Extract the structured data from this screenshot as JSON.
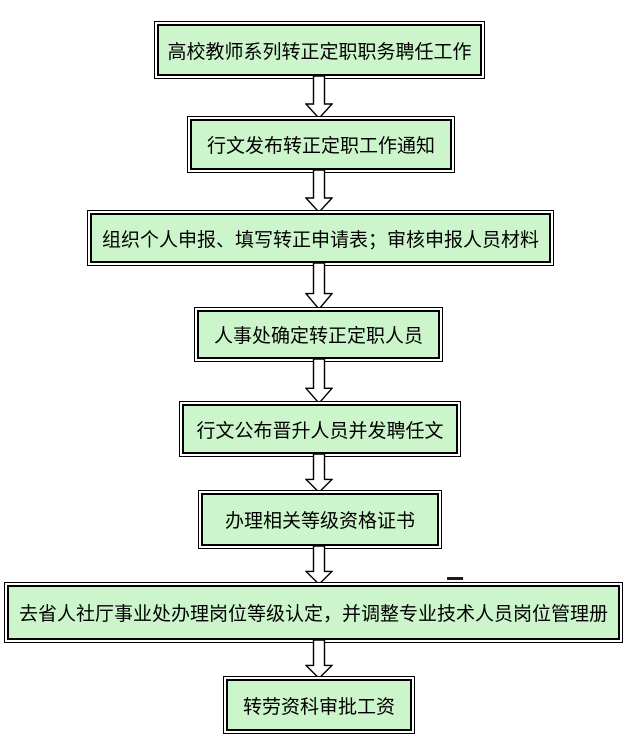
{
  "diagram": {
    "type": "flowchart",
    "direction": "top-down",
    "steps": [
      {
        "label": "高校教师系列转正定职职务聘任工作"
      },
      {
        "label": "行文发布转正定职工作通知"
      },
      {
        "label": "组织个人申报、填写转正申请表；审核申报人员材料"
      },
      {
        "label": "人事处确定转正定职人员"
      },
      {
        "label": "行文公布晋升人员并发聘任文"
      },
      {
        "label": "办理相关等级资格证书"
      },
      {
        "label": "去省人社厅事业处办理岗位等级认定，并调整专业技术人员岗位管理册"
      },
      {
        "label": "转劳资科审批工资"
      }
    ],
    "connections": [
      {
        "from": 0,
        "to": 1
      },
      {
        "from": 1,
        "to": 2
      },
      {
        "from": 2,
        "to": 3
      },
      {
        "from": 3,
        "to": 4
      },
      {
        "from": 4,
        "to": 5
      },
      {
        "from": 5,
        "to": 6
      },
      {
        "from": 6,
        "to": 7
      }
    ],
    "connector_style": "hollow-block-down-arrow",
    "colors": {
      "box_fill": "#ccf5cb",
      "box_border": "#000000",
      "arrow_fill": "#ffffff",
      "arrow_outline": "#000000",
      "text": "#000000",
      "background": "#ffffff"
    }
  }
}
